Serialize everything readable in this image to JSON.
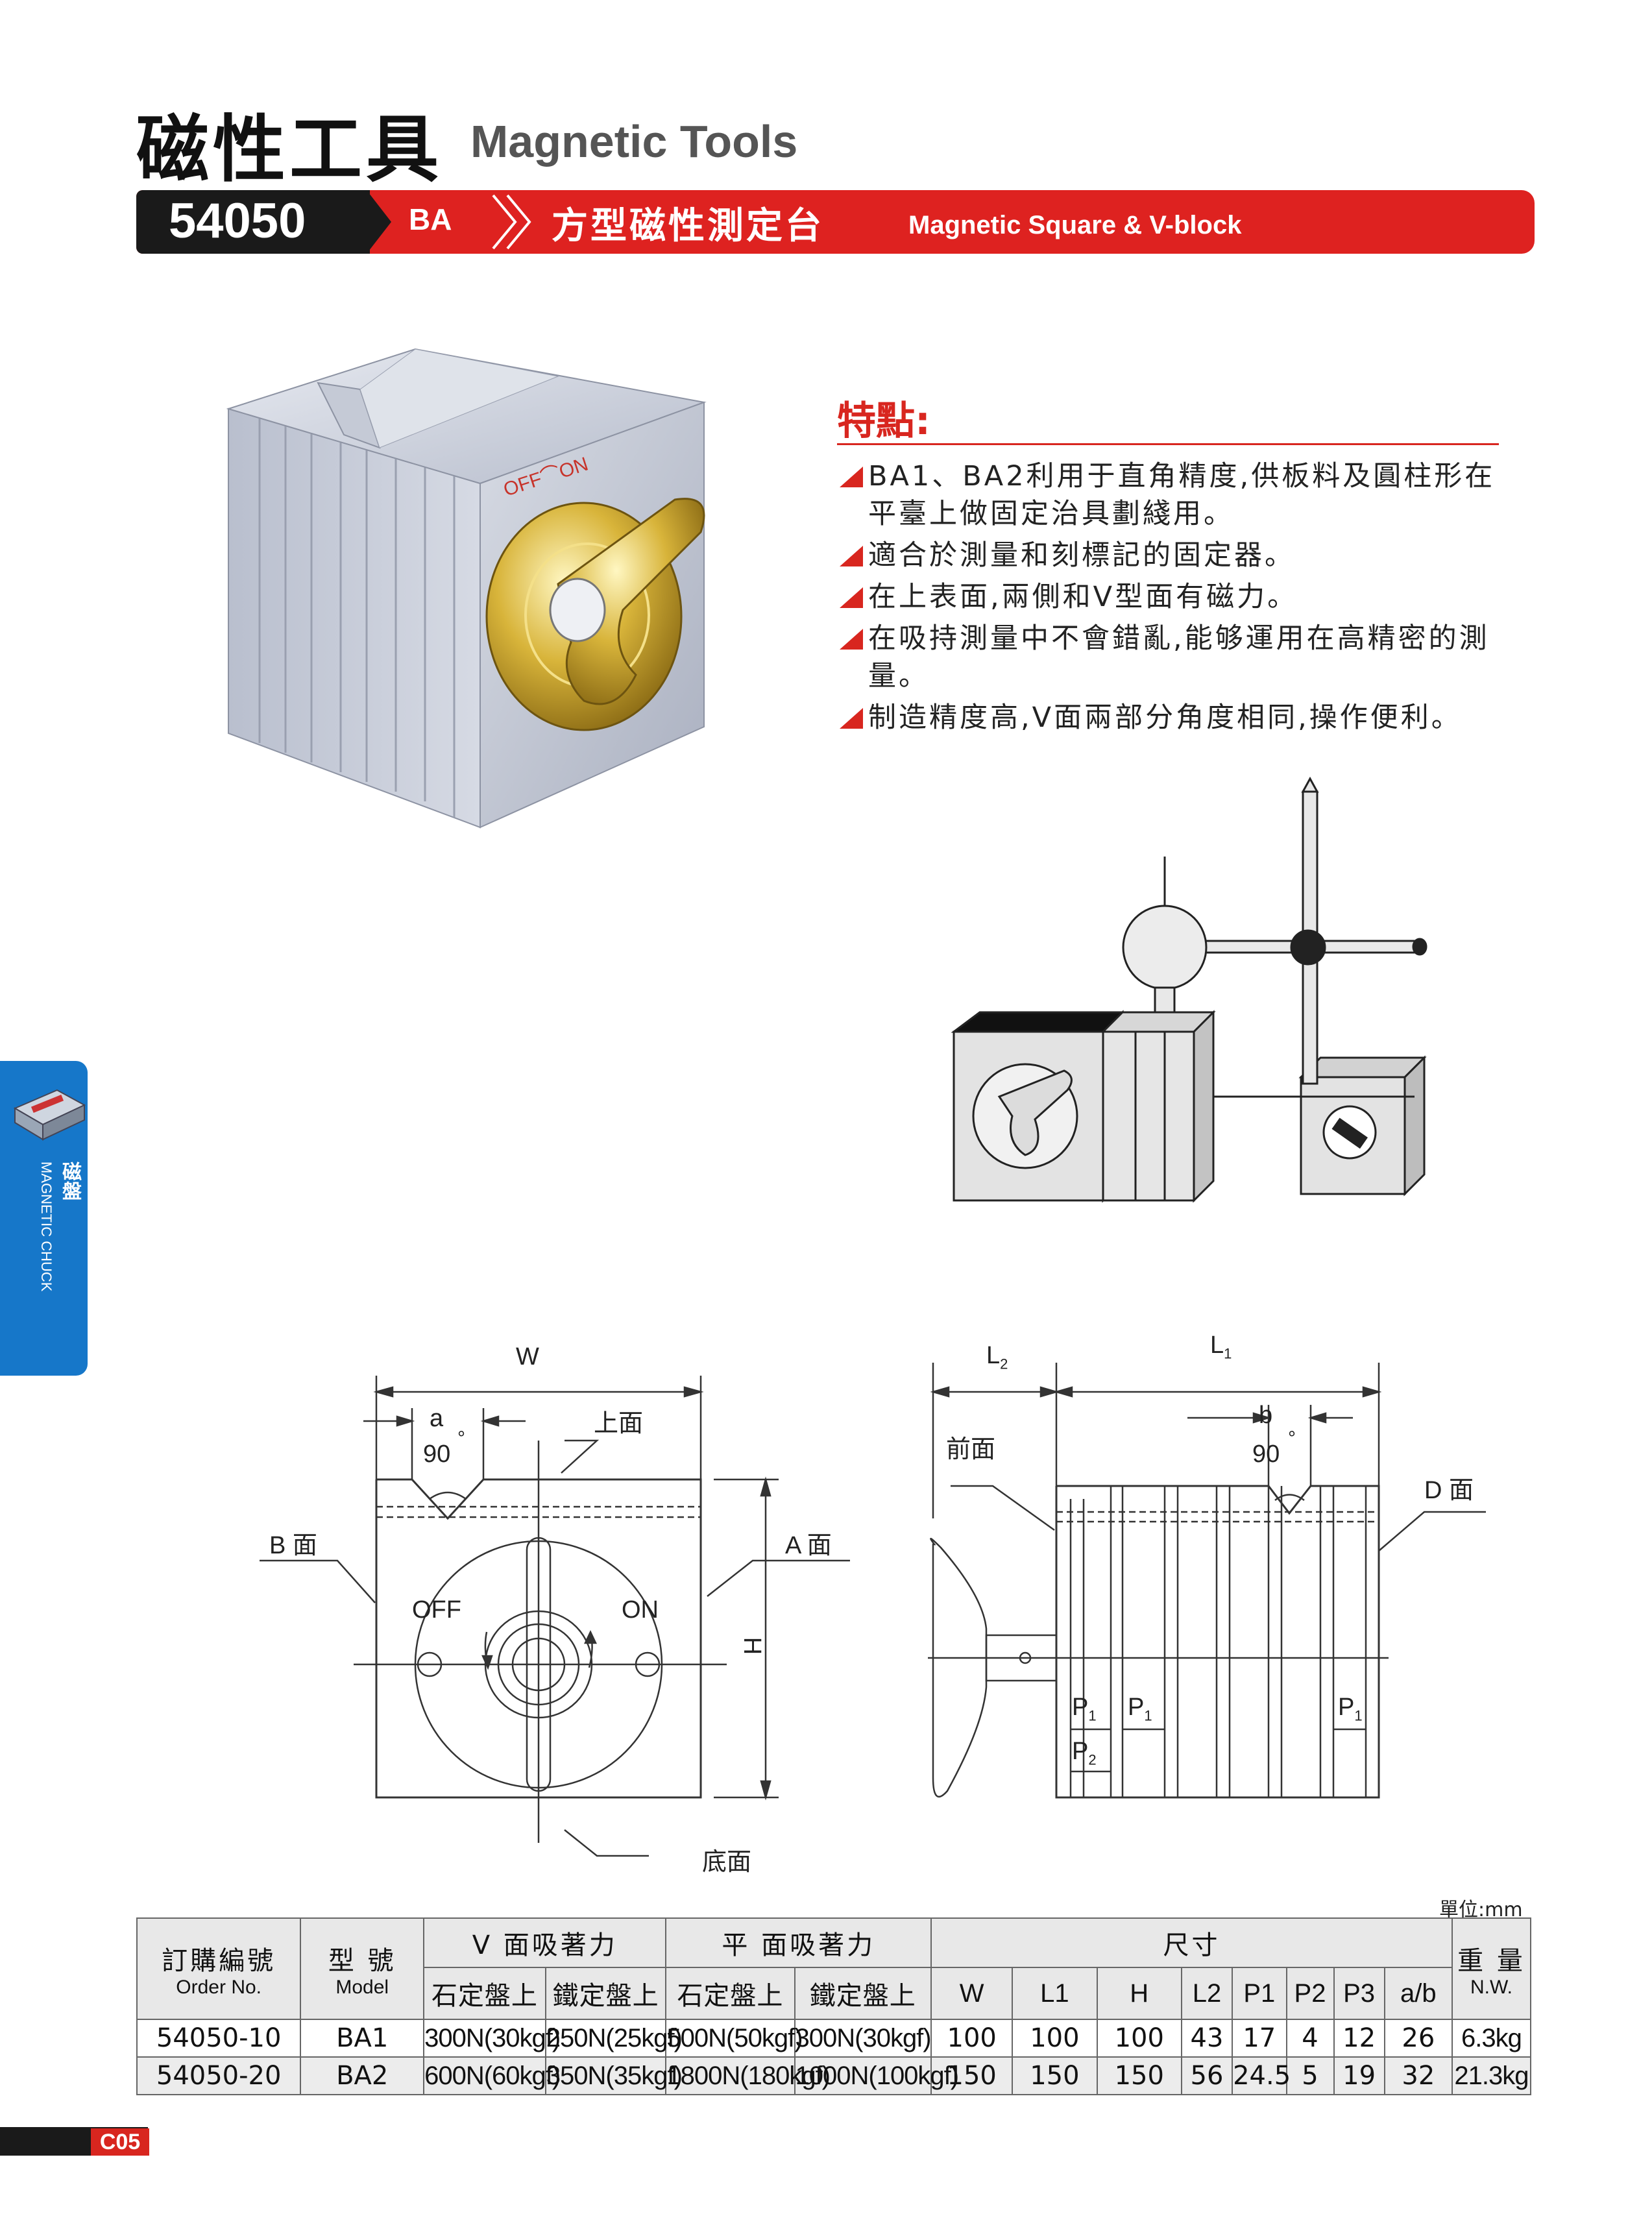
{
  "header": {
    "title_cn": "磁性工具",
    "title_en": "Magnetic Tools",
    "code": "54050",
    "model": "BA",
    "product_cn": "方型磁性測定台",
    "product_en": "Magnetic Square & V-block"
  },
  "product_photo": {
    "label": "OFF⌒ON"
  },
  "features": {
    "title": "特點:",
    "items": [
      "BA1、BA2利用于直角精度,供板料及圓柱形在平臺上做固定治具劃綫用。",
      "適合於測量和刻標記的固定器。",
      "在上表面,兩側和V型面有磁力。",
      "在吸持測量中不會錯亂,能够運用在高精密的測量。",
      "制造精度高,V面兩部分角度相同,操作便利。"
    ]
  },
  "side_tab": {
    "cn": "磁盤",
    "en": "MAGNETIC CHUCK"
  },
  "front_view": {
    "W": "W",
    "a": "a",
    "deg": "°",
    "angle": "90",
    "top": "上面",
    "b_face": "B 面",
    "a_face": "A 面",
    "off": "OFF",
    "on": "ON",
    "H": "H",
    "bottom": "底面"
  },
  "side_view": {
    "L2": "L",
    "L2_sub": "2",
    "L1": "L",
    "L1_sub": "1",
    "b": "b",
    "deg": "°",
    "angle": "90",
    "front": "前面",
    "d_face": "D 面",
    "P": "P",
    "sub1": "1",
    "sub2": "2"
  },
  "table": {
    "unit": "單位:mm",
    "h_order_cn": "訂購編號",
    "h_order_en": "Order No.",
    "h_model_cn": "型 號",
    "h_model_en": "Model",
    "h_v_force": "V 面吸著力",
    "h_flat_force": "平 面吸著力",
    "h_stone": "石定盤上",
    "h_iron": "鐵定盤上",
    "h_dims": "尺寸",
    "h_weight_cn": "重 量",
    "h_weight_en": "N.W.",
    "dim_cols": [
      "W",
      "L1",
      "H",
      "L2",
      "P1",
      "P2",
      "P3",
      "a/b"
    ],
    "rows": [
      {
        "order": "54050-10",
        "model": "BA1",
        "v_stone": "300N(30kgf)",
        "v_iron": "250N(25kgf)",
        "f_stone": "500N(50kgf)",
        "f_iron": "300N(30kgf)",
        "dims": [
          "100",
          "100",
          "100",
          "43",
          "17",
          "4",
          "12",
          "26"
        ],
        "weight": "6.3kg"
      },
      {
        "order": "54050-20",
        "model": "BA2",
        "v_stone": "600N(60kgf)",
        "v_iron": "350N(35kgf)",
        "f_stone": "1800N(180kgf)",
        "f_iron": "1000N(100kgf)",
        "dims": [
          "150",
          "150",
          "150",
          "56",
          "24.5",
          "5",
          "19",
          "32"
        ],
        "weight": "21.3kg"
      }
    ]
  },
  "footer": {
    "page": "C05"
  },
  "colors": {
    "accent_red": "#de2220",
    "dark": "#1a1a1a",
    "tab_blue": "#1677c9"
  }
}
